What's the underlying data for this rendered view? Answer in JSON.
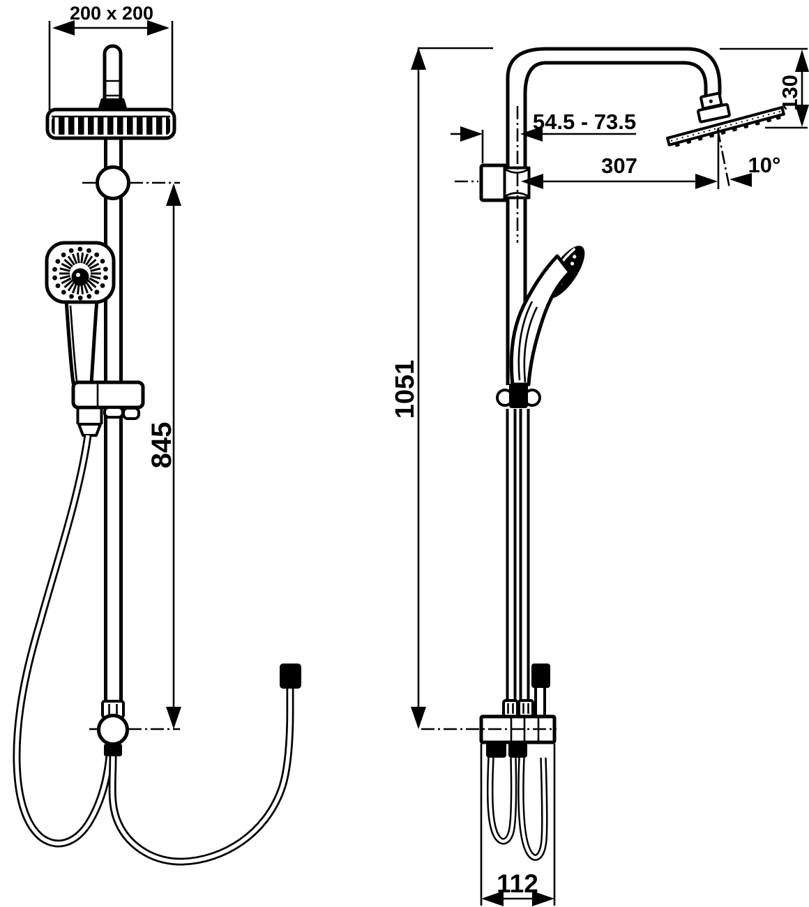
{
  "background": "#ffffff",
  "line_color": "#000000",
  "dimensions": {
    "head_size": "200 x 200",
    "rail_length": "845",
    "total_height": "1051",
    "wall_offset": "54.5 - 73.5",
    "arm_reach": "307",
    "head_drop": "130",
    "head_angle": "10°",
    "inlet_width": "112"
  }
}
